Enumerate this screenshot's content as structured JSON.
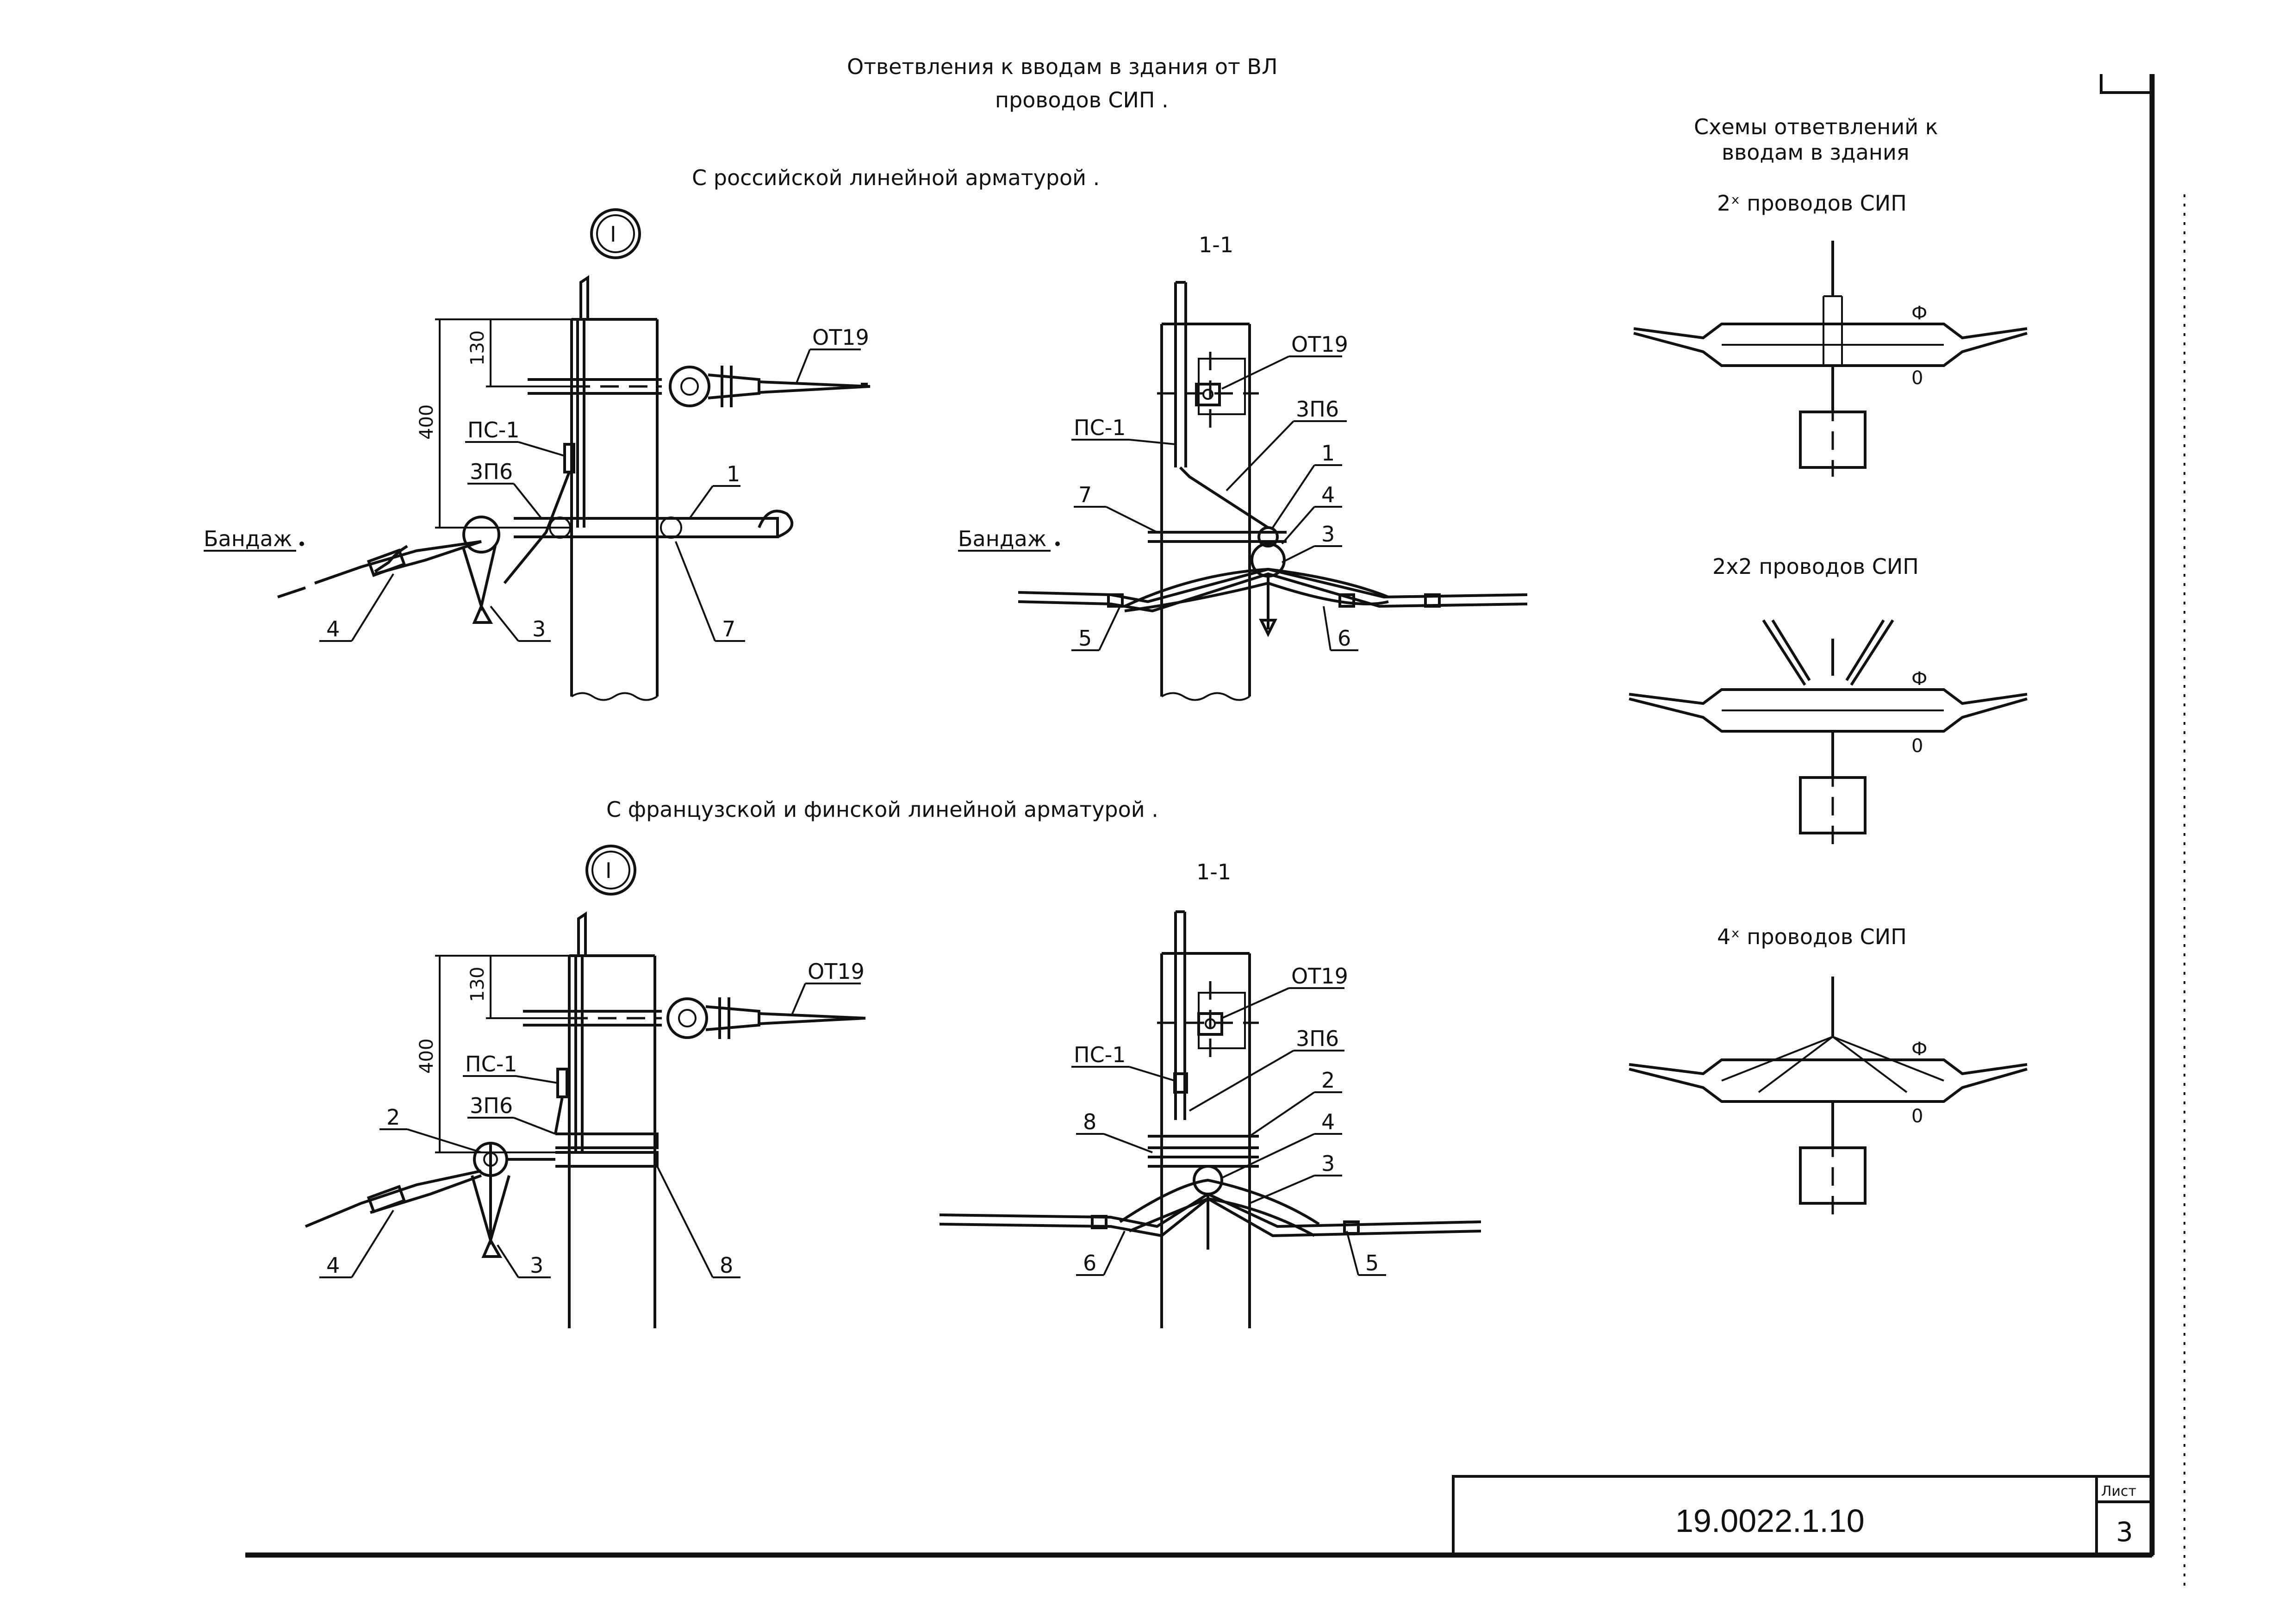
{
  "header": {
    "line1": "Ответвления к вводам в здания от ВЛ",
    "line2": "проводов СИП ."
  },
  "sections": {
    "russian": "С российской линейной арматурой .",
    "french_finnish": "С французской и финской линейной арматурой ."
  },
  "view_markers": {
    "node_mark": "I",
    "section_mark": "1-1"
  },
  "callouts": {
    "ot19": "ОТ19",
    "ps1": "ПС-1",
    "zp6": "3П6",
    "bandage": "Бандаж",
    "n1": "1",
    "n2": "2",
    "n3": "3",
    "n4": "4",
    "n5": "5",
    "n6": "6",
    "n7": "7",
    "n8": "8"
  },
  "dimensions": {
    "d400": "400",
    "d130": "130"
  },
  "schemes": {
    "title_line1": "Схемы ответвлений к",
    "title_line2": "вводам в здания",
    "s1": "2ˣ проводов СИП",
    "s2": "2x2 проводов СИП",
    "s3": "4ˣ проводов СИП",
    "phase": "Ф",
    "zero": "0"
  },
  "title_block": {
    "code": "19.0022.1.10",
    "sheet_label": "Лист",
    "sheet_number": "3"
  }
}
